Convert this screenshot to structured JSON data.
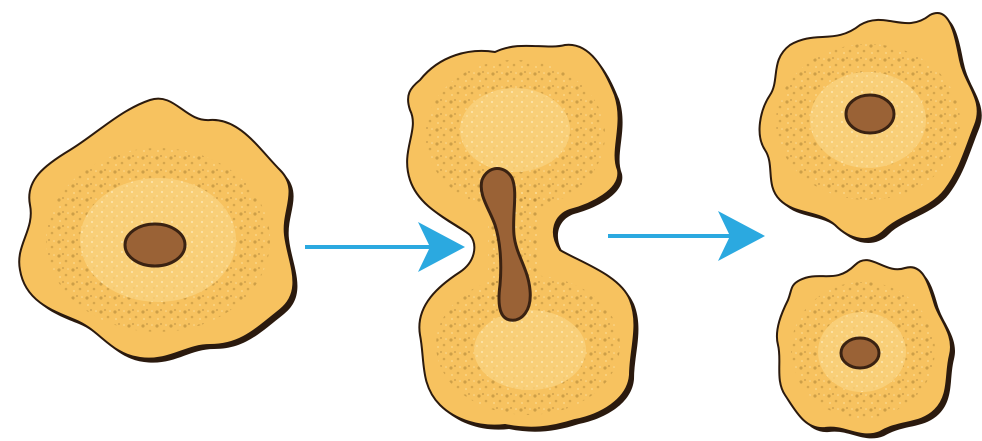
{
  "diagram": {
    "subject": "cell-division-binary-fission",
    "stages": [
      {
        "id": "parent-cell",
        "cells": 1
      },
      {
        "id": "dividing-cell",
        "cells": 1
      },
      {
        "id": "daughter-cells",
        "cells": 2
      }
    ],
    "arrows": 2,
    "colors": {
      "cytoplasm": "#F7C25F",
      "granules": "#B58A3A",
      "light_speckle": "#FBE3A8",
      "outline": "#2B1A0E",
      "nucleus": "#9A6236",
      "nucleus_outline": "#3A2212",
      "arrow": "#2BA9E0"
    }
  }
}
